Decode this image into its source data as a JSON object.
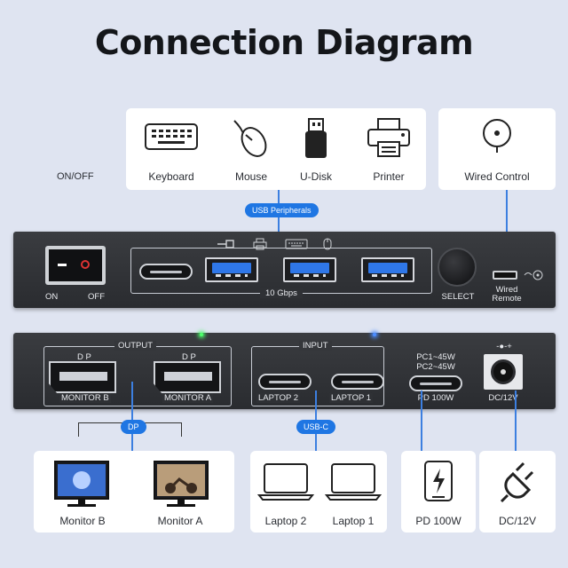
{
  "title": "Connection Diagram",
  "peripherals": [
    "Keyboard",
    "Mouse",
    "U-Disk",
    "Printer"
  ],
  "wired_control": "Wired Control",
  "on_off": "ON/OFF",
  "usb_peripherals_pill": "USB Peripherals",
  "front": {
    "switch_on": "ON",
    "switch_off": "OFF",
    "speed": "10 Gbps",
    "select": "SELECT",
    "wired_remote_line1": "Wired",
    "wired_remote_line2": "Remote"
  },
  "rear": {
    "output_label": "OUTPUT",
    "input_label": "INPUT",
    "dp_a": "D P",
    "dp_b": "D P",
    "monitor_b": "MONITOR B",
    "monitor_a": "MONITOR A",
    "laptop2": "LAPTOP 2",
    "laptop1": "LAPTOP 1",
    "pc1": "PC1~45W",
    "pc2": "PC2~45W",
    "pd": "PD 100W",
    "dc_polarity": "-●-+",
    "dc": "DC/12V"
  },
  "pill_dp": "DP",
  "pill_usbc": "USB-C",
  "bottom": {
    "monitor_b": "Monitor B",
    "monitor_a": "Monitor A",
    "laptop2": "Laptop 2",
    "laptop1": "Laptop 1",
    "pd": "PD 100W",
    "dc": "DC/12V"
  },
  "colors": {
    "background": "#dfe4f1",
    "accent_blue": "#1f76e3",
    "device": "#2f3135",
    "usb_blue": "#2f77e8"
  }
}
